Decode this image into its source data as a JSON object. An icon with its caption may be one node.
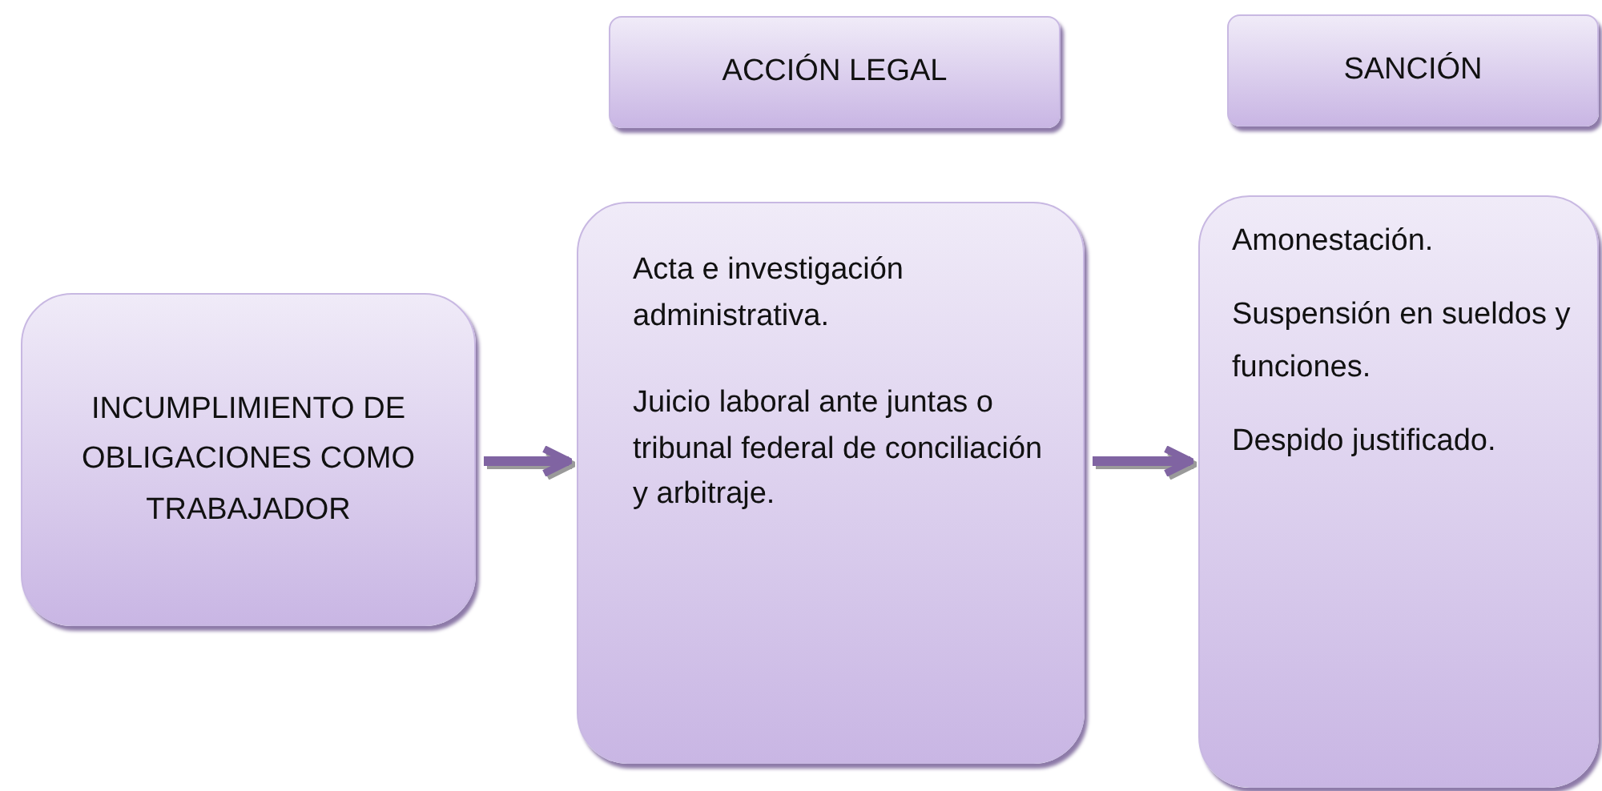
{
  "diagram": {
    "nodes": [
      {
        "text": [
          "ACCIÓN LEGAL"
        ]
      },
      {
        "text": [
          "SANCIÓN"
        ]
      },
      {
        "text": [
          "INCUMPLIMIENTO DE OBLIGACIONES COMO TRABAJADOR"
        ]
      },
      {
        "text": [
          "Acta e investigación administrativa.",
          "Juicio laboral ante juntas o tribunal federal de conciliación y arbitraje."
        ]
      },
      {
        "text": [
          "Amonestación.",
          "Suspensión en sueldos y funciones.",
          "Despido justificado."
        ]
      }
    ],
    "edges": [
      {
        "from": 2,
        "to": 3,
        "arrow": "to"
      },
      {
        "from": 3,
        "to": 4,
        "arrow": "to"
      }
    ]
  }
}
